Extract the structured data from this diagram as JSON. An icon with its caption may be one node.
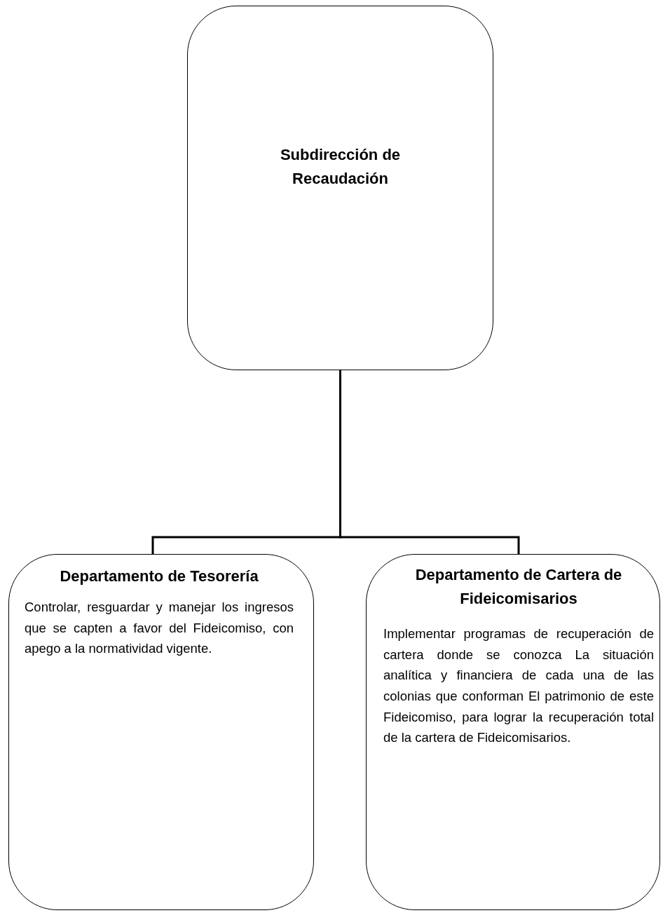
{
  "diagram": {
    "nodes": [
      {
        "text": [
          "Subdirección de Recaudación"
        ]
      },
      {
        "text": [
          "Departamento de Tesorería",
          "Controlar, resguardar y manejar los ingresos que se capten a favor del Fideicomiso, con apego a la normatividad vigente."
        ]
      },
      {
        "text": [
          "Departamento de Cartera de Fideicomisarios",
          "Implementar programas de recuperación de cartera donde se conozca La situación analítica y financiera de cada una de las colonias que conforman El patrimonio de este Fideicomiso, para lograr la recuperación total de la cartera de Fideicomisarios."
        ]
      }
    ],
    "edges": [
      {
        "from": 0,
        "to": 1,
        "arrow": "none"
      },
      {
        "from": 0,
        "to": 2,
        "arrow": "none"
      }
    ]
  }
}
